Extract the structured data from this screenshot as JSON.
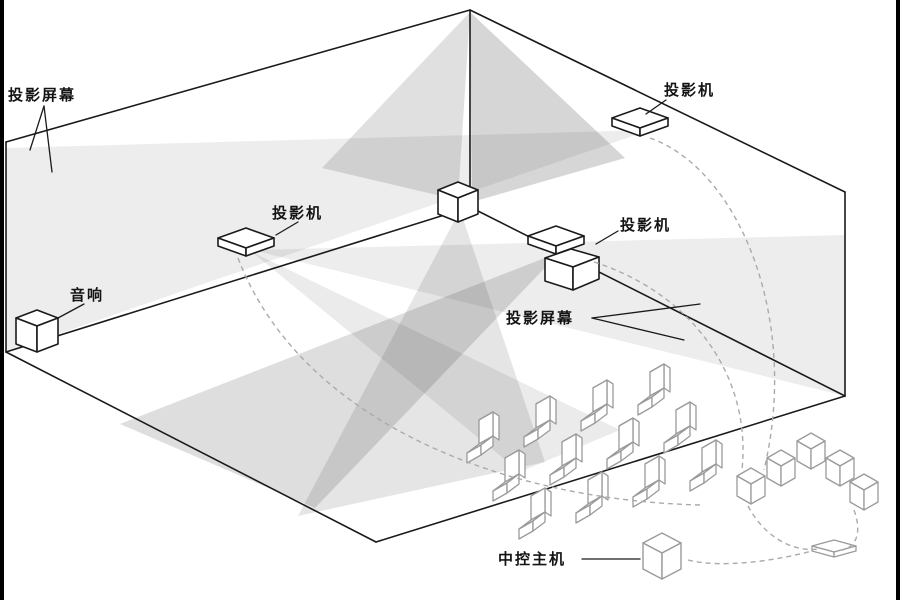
{
  "labels": {
    "screen_left": "投影屏幕",
    "projector_top": "投影机",
    "projector_left": "投影机",
    "projector_right": "投影机",
    "speaker": "音响",
    "screen_right": "投影屏幕",
    "control_host": "中控主机"
  },
  "counts": {
    "seat_rows": 3,
    "seats_per_row": 4,
    "equipment_boxes": 5
  },
  "colors": {
    "outline": "#1a1a1a",
    "device_gray": "#9a9a9a",
    "cable_dash": "#aaaaaa",
    "beam": "#000000",
    "background": "#ffffff",
    "frame": "#000000"
  }
}
